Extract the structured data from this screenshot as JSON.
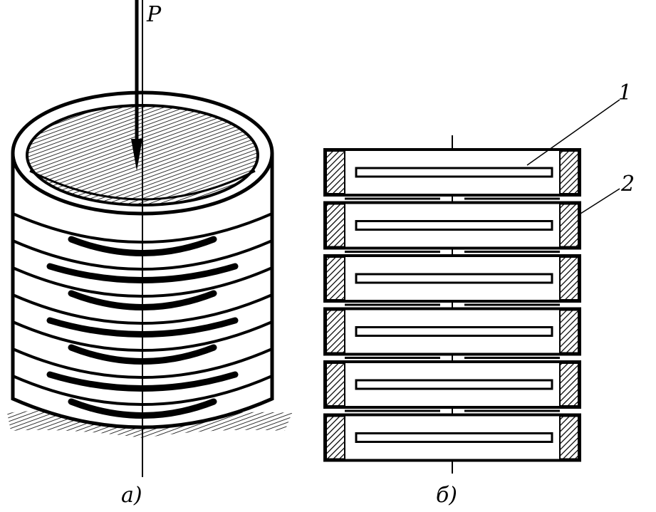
{
  "figure_a": {
    "force_label": "P",
    "caption": "а)"
  },
  "figure_b": {
    "callout_1": "1",
    "callout_2": "2",
    "caption": "б)",
    "ring_count": 6
  }
}
